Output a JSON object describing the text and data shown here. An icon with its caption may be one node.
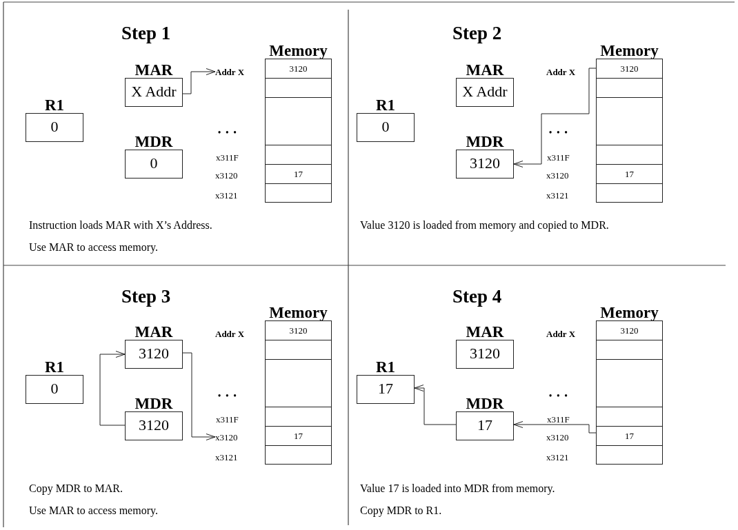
{
  "diagram": {
    "nodes": [
      {
        "text": [
          "Step 1",
          "Instruction loads MAR with X’s Address.",
          "Use MAR to access memory."
        ]
      },
      {
        "text": [
          "R1",
          "0"
        ],
        "in": 0
      },
      {
        "text": [
          "MAR",
          "X Addr"
        ],
        "in": 0
      },
      {
        "text": [
          "MDR",
          "0"
        ],
        "in": 0
      },
      {
        "text": [
          "Memory"
        ],
        "in": 0
      },
      {
        "text": [
          "3120"
        ],
        "in": 4
      },
      {
        "text": [
          "17"
        ],
        "in": 4
      },
      {
        "text": [
          "Addr X"
        ],
        "in": 0
      },
      {
        "text": [
          "x311F"
        ],
        "in": 0
      },
      {
        "text": [
          "x3120"
        ],
        "in": 0
      },
      {
        "text": [
          "x3121"
        ],
        "in": 0
      },
      {
        "text": [
          "Step 2",
          "Value 3120 is loaded from memory and copied to MDR."
        ]
      },
      {
        "text": [
          "R1",
          "0"
        ],
        "in": 11
      },
      {
        "text": [
          "MAR",
          "X Addr"
        ],
        "in": 11
      },
      {
        "text": [
          "MDR",
          "3120"
        ],
        "in": 11
      },
      {
        "text": [
          "Memory"
        ],
        "in": 11
      },
      {
        "text": [
          "3120"
        ],
        "in": 15
      },
      {
        "text": [
          "17"
        ],
        "in": 15
      },
      {
        "text": [
          "Addr X"
        ],
        "in": 11
      },
      {
        "text": [
          "x311F"
        ],
        "in": 11
      },
      {
        "text": [
          "x3120"
        ],
        "in": 11
      },
      {
        "text": [
          "x3121"
        ],
        "in": 11
      },
      {
        "text": [
          "Step 3",
          "Copy MDR to MAR.",
          "Use MAR to access memory."
        ]
      },
      {
        "text": [
          "R1",
          "0"
        ],
        "in": 22
      },
      {
        "text": [
          "MAR",
          "3120"
        ],
        "in": 22
      },
      {
        "text": [
          "MDR",
          "3120"
        ],
        "in": 22
      },
      {
        "text": [
          "Memory"
        ],
        "in": 22
      },
      {
        "text": [
          "3120"
        ],
        "in": 26
      },
      {
        "text": [
          "17"
        ],
        "in": 26
      },
      {
        "text": [
          "Addr X"
        ],
        "in": 22
      },
      {
        "text": [
          "x311F"
        ],
        "in": 22
      },
      {
        "text": [
          "x3120"
        ],
        "in": 22
      },
      {
        "text": [
          "x3121"
        ],
        "in": 22
      },
      {
        "text": [
          "Step 4",
          "Value 17 is loaded into MDR from memory.",
          "Copy MDR to R1."
        ]
      },
      {
        "text": [
          "R1",
          "17"
        ],
        "in": 33
      },
      {
        "text": [
          "MAR",
          "3120"
        ],
        "in": 33
      },
      {
        "text": [
          "MDR",
          "17"
        ],
        "in": 33
      },
      {
        "text": [
          "Memory"
        ],
        "in": 33
      },
      {
        "text": [
          "3120"
        ],
        "in": 37
      },
      {
        "text": [
          "17"
        ],
        "in": 37
      },
      {
        "text": [
          "Addr X"
        ],
        "in": 33
      },
      {
        "text": [
          "x311F"
        ],
        "in": 33
      },
      {
        "text": [
          "x3120"
        ],
        "in": 33
      },
      {
        "text": [
          "x3121"
        ],
        "in": 33
      }
    ],
    "edges": [
      {
        "from": 2,
        "to": 7,
        "arrow": "to"
      },
      {
        "from": 16,
        "to": 14,
        "arrow": "to"
      },
      {
        "from": 25,
        "to": 24,
        "arrow": "to"
      },
      {
        "from": 24,
        "to": 31,
        "arrow": "to"
      },
      {
        "from": 39,
        "to": 36,
        "arrow": "to"
      },
      {
        "from": 36,
        "to": 34,
        "arrow": "to"
      }
    ],
    "labels": [
      "• • •",
      "• • •",
      "• • •",
      "• • •"
    ]
  }
}
